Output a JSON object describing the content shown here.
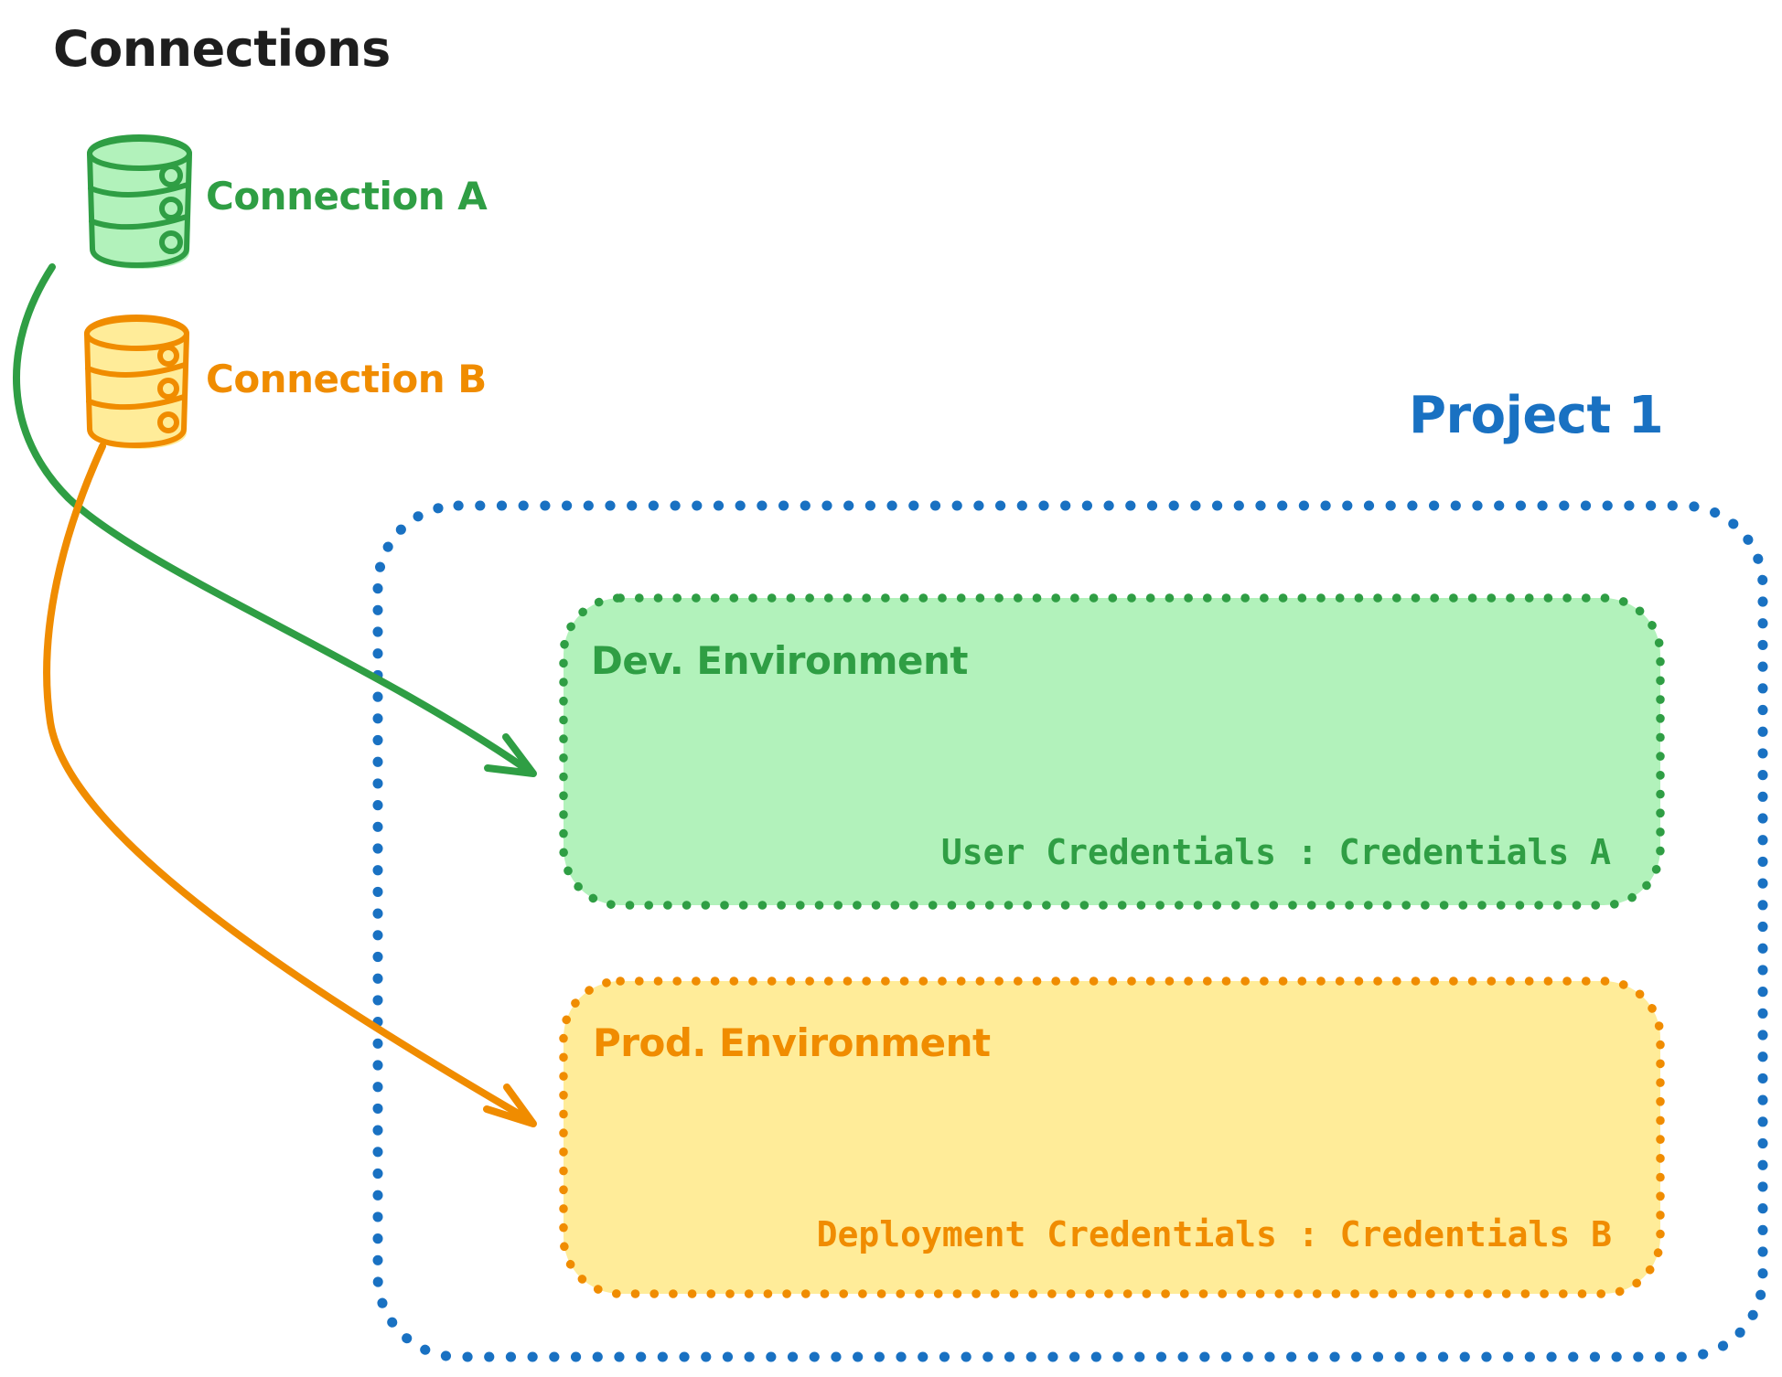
{
  "diagram": {
    "title": "Connections",
    "connections": [
      {
        "id": "connection-a",
        "label": "Connection A",
        "color": "#2f9e44",
        "fill": "#b2f2bb",
        "icon": "database-icon"
      },
      {
        "id": "connection-b",
        "label": "Connection B",
        "color": "#f08c00",
        "fill": "#ffec99",
        "icon": "database-icon"
      }
    ],
    "project": {
      "label": "Project 1",
      "border_color": "#1971c2",
      "environments": [
        {
          "id": "dev",
          "label": "Dev. Environment",
          "credentials": "User Credentials : Credentials A",
          "stroke": "#2f9e44",
          "fill": "#b2f2bb"
        },
        {
          "id": "prod",
          "label": "Prod. Environment",
          "credentials": "Deployment Credentials : Credentials B",
          "stroke": "#f08c00",
          "fill": "#ffec99"
        }
      ]
    },
    "arrows": [
      {
        "id": "arrow-connection-a-to-dev",
        "color": "#2f9e44",
        "from": "Connection A",
        "to": "Dev. Environment"
      },
      {
        "id": "arrow-connection-b-to-prod",
        "color": "#f08c00",
        "from": "Connection B",
        "to": "Prod. Environment"
      }
    ],
    "colors": {
      "text": "#1e1e1e",
      "blue": "#1971c2",
      "green": "#2f9e44",
      "green_light": "#b2f2bb",
      "orange": "#f08c00",
      "orange_light": "#ffec99",
      "background": "#ffffff"
    }
  }
}
